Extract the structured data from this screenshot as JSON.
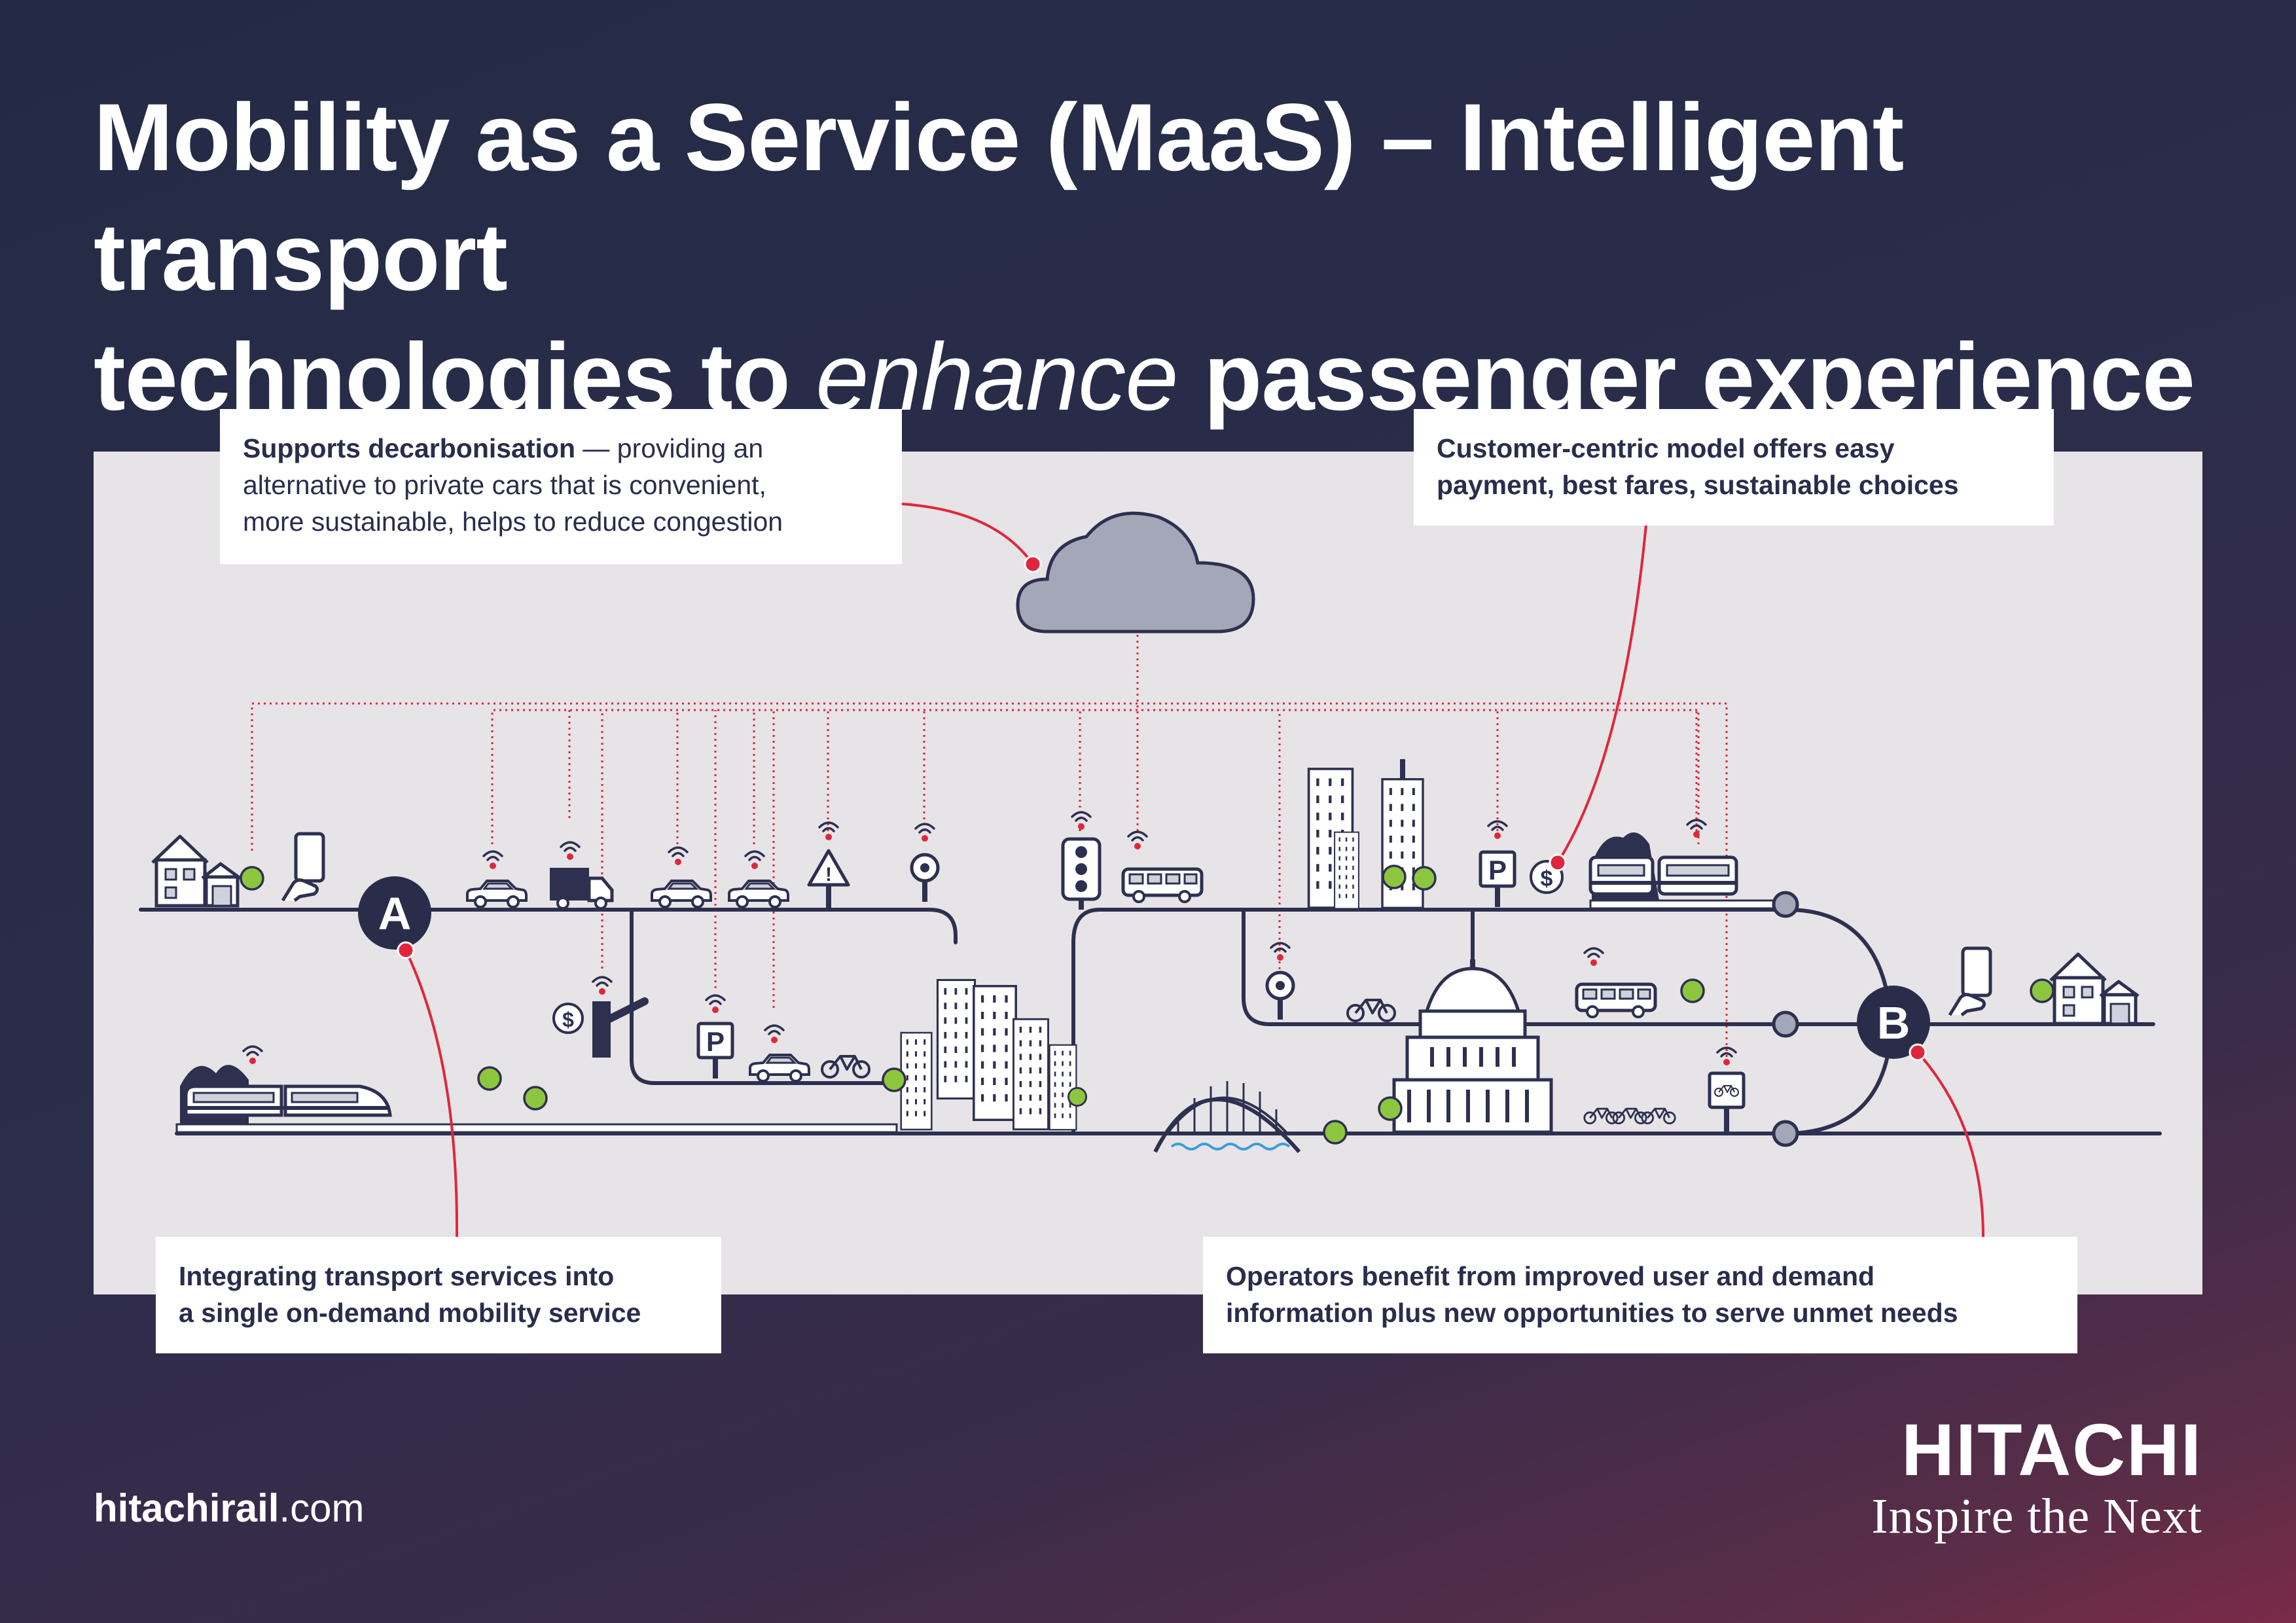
{
  "title": {
    "part1": "Mobility as a Service (MaaS) – Intelligent transport",
    "part2": "technologies to ",
    "emphasis": "enhance",
    "part3": " passenger experience"
  },
  "callouts": {
    "decarbonisation": {
      "bold": "Supports decarbonisation",
      "line1": " — providing an",
      "line2": "alternative to private cars that is convenient,",
      "line3": "more sustainable, helps to reduce congestion"
    },
    "customer": {
      "line1": "Customer-centric model offers easy",
      "line2": "payment, best fares, sustainable choices"
    },
    "integration": {
      "line1": "Integrating transport services into",
      "line2": "a single on-demand mobility service"
    },
    "operators": {
      "line1": "Operators benefit from improved user and demand",
      "line2": "information plus new opportunities to serve unmet needs"
    }
  },
  "diagram": {
    "node_a": "A",
    "node_b": "B",
    "icons": [
      "house-icon",
      "smartphone-icon",
      "car-icon",
      "van-icon",
      "warning-sign-icon",
      "parking-meter-icon",
      "traffic-light-icon",
      "bus-icon",
      "skyscraper-icon",
      "parking-sign-icon",
      "payment-coin-icon",
      "train-icon",
      "tram-icon",
      "bicycle-icon",
      "capitol-building-icon",
      "bridge-icon",
      "bike-share-station-icon",
      "cloud-icon",
      "tree-icon"
    ],
    "parking_letter": "P",
    "coin_symbol": "$"
  },
  "footer": {
    "url_bold": "hitachirail",
    "url_rest": ".com",
    "brand": "HITACHI",
    "tagline": "Inspire the Next"
  },
  "colors": {
    "background_dark": "#242a45",
    "background_accent": "#7a2a48",
    "panel": "#e7e4e7",
    "line": "#2e3050",
    "accent_red": "#e0263c",
    "tree_green": "#8cc63f",
    "cloud": "#a3a7b8",
    "text_dark": "#2a2d4a"
  }
}
